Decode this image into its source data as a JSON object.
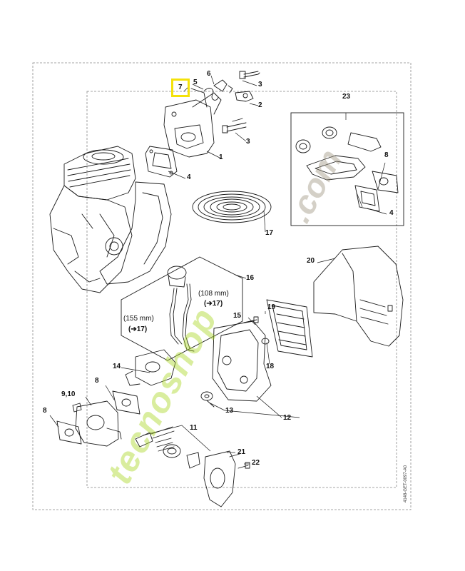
{
  "callouts": {
    "c1": "1",
    "c2": "2",
    "c3a": "3",
    "c3b": "3",
    "c4a": "4",
    "c4b": "4",
    "c5": "5",
    "c6": "6",
    "c7": "7",
    "c8a": "8",
    "c8b": "8",
    "c8c": "8",
    "c910": "9,10",
    "c11": "11",
    "c12": "12",
    "c13": "13",
    "c14": "14",
    "c15": "15",
    "c16": "16",
    "c17": "17",
    "c18": "18",
    "c19": "19",
    "c20": "20",
    "c21": "21",
    "c22": "22",
    "c23": "23"
  },
  "dimensions": {
    "hose_long": "(155 mm)",
    "hose_long_ref": "(➔17)",
    "hose_short": "(108 mm)",
    "hose_short_ref": "(➔17)"
  },
  "watermark": {
    "main": "tecnoshop",
    "domain": ".com"
  },
  "document_id": "4148-GET-0097-A0",
  "colors": {
    "highlight": "#f4e20a",
    "line": "#1a1a1a",
    "frame": "#888888"
  }
}
